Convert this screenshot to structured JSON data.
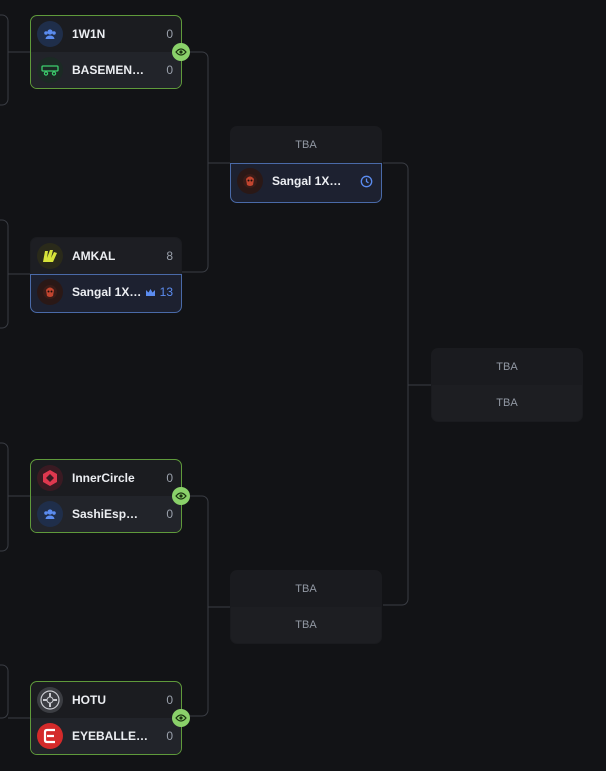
{
  "matches": {
    "m1": {
      "team1": {
        "name": "1W1N",
        "score": "0"
      },
      "team2": {
        "name": "BASEMEN…",
        "score": "0"
      }
    },
    "m2": {
      "team1": {
        "name": "AMKAL",
        "score": "8"
      },
      "team2": {
        "name": "Sangal 1X…",
        "score": "13"
      }
    },
    "m3": {
      "team1": {
        "name": "InnerCircle",
        "score": "0"
      },
      "team2": {
        "name": "SashiEsp…",
        "score": "0"
      }
    },
    "m4": {
      "team1": {
        "name": "HOTU",
        "score": "0"
      },
      "team2": {
        "name": "EYEBALLE…",
        "score": "0"
      }
    },
    "semi1": {
      "team1": {
        "name": "TBA"
      },
      "team2": {
        "name": "Sangal 1X…"
      }
    },
    "semi2": {
      "team1": {
        "name": "TBA"
      },
      "team2": {
        "name": "TBA"
      }
    },
    "final": {
      "team1": {
        "name": "TBA"
      },
      "team2": {
        "name": "TBA"
      }
    }
  },
  "colors": {
    "background": "#121316",
    "card": "#1b1c20",
    "live_border": "#5f9a3b",
    "live_badge": "#8ad16a",
    "upcoming_border": "#4a6aa8",
    "winner_score": "#5b8cf0",
    "connector": "#3a3d44"
  },
  "icons": {
    "live": "eye-icon",
    "scheduled": "clock-icon",
    "winner": "crown-icon"
  }
}
